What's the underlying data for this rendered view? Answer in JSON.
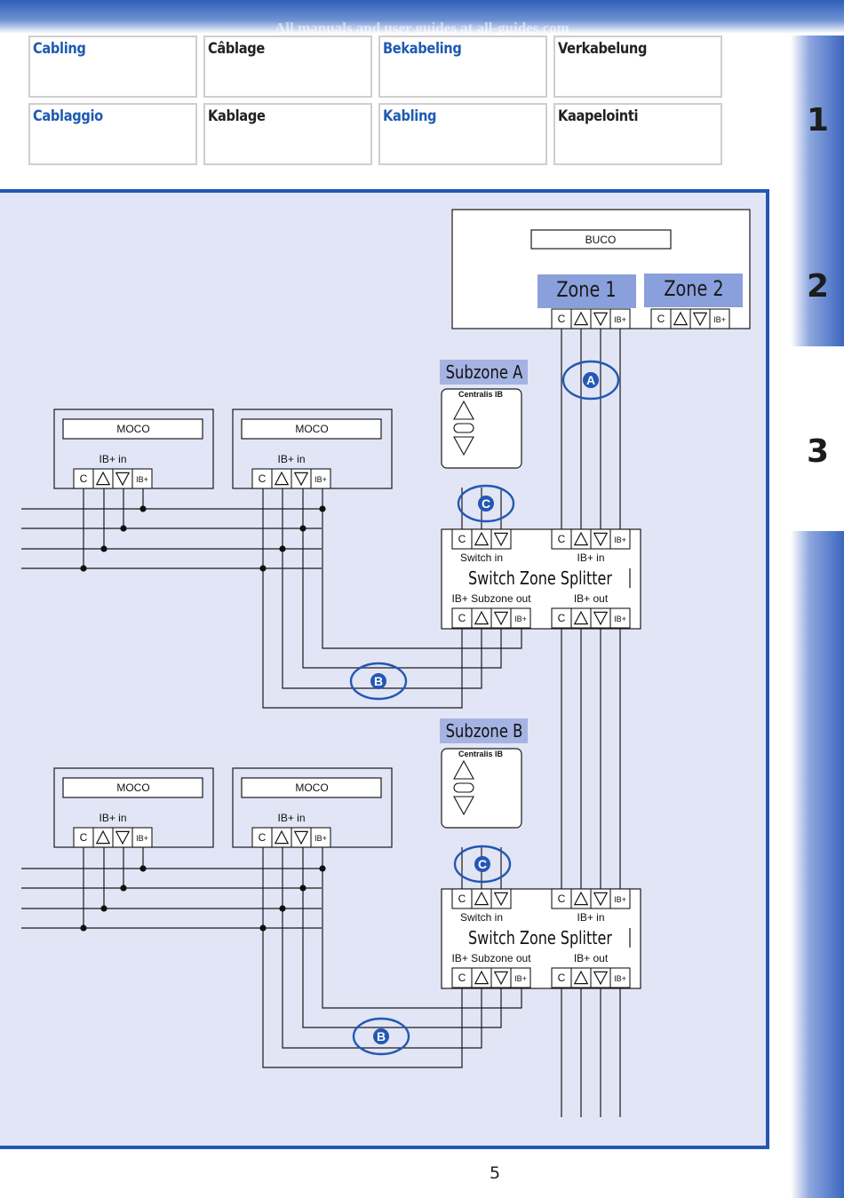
{
  "watermark": "All manuals and user guides at all-guides.com",
  "header": {
    "languages": [
      {
        "label": "Cabling",
        "color": "#1f5bb0"
      },
      {
        "label": "Câblage",
        "color": "#222222"
      },
      {
        "label": "Bekabeling",
        "color": "#1f5bb0"
      },
      {
        "label": "Verkabelung",
        "color": "#222222"
      },
      {
        "label": "Cablaggio",
        "color": "#1f5bb0"
      },
      {
        "label": "Kablage",
        "color": "#222222"
      },
      {
        "label": "Kabling",
        "color": "#1f5bb0"
      },
      {
        "label": "Kaapelointi",
        "color": "#222222"
      }
    ]
  },
  "side_tabs": [
    "1",
    "2",
    "3"
  ],
  "colors": {
    "brand_blue": "#2358b3",
    "panel_bg": "#e2e5f5",
    "zone_box": "#8aa0dc",
    "subzone_box": "#a5b3e3",
    "wire": "#1a1a1a"
  },
  "diagram": {
    "buco": "BUCO",
    "zone1": {
      "word": "Zone",
      "num": "1"
    },
    "zone2": {
      "word": "Zone",
      "num": "2"
    },
    "subzone_a": "Subzone A",
    "subzone_b": "Subzone B",
    "centralis": "Centralis IB",
    "moco": "MOCO",
    "ib_in": "IB+ in",
    "terminal_c": "C",
    "terminal_ib": "IB+",
    "switch_in": "Switch in",
    "splitter_ib_in": "IB+ in",
    "splitter_title": "Switch Zone Splitter",
    "subzone_out": "IB+ Subzone out",
    "ib_out": "IB+ out",
    "markers": {
      "a": "A",
      "b": "B",
      "c": "C"
    }
  },
  "page_number": "5",
  "icons": [
    "up-triangle-icon",
    "down-triangle-icon",
    "stop-oval-icon"
  ]
}
